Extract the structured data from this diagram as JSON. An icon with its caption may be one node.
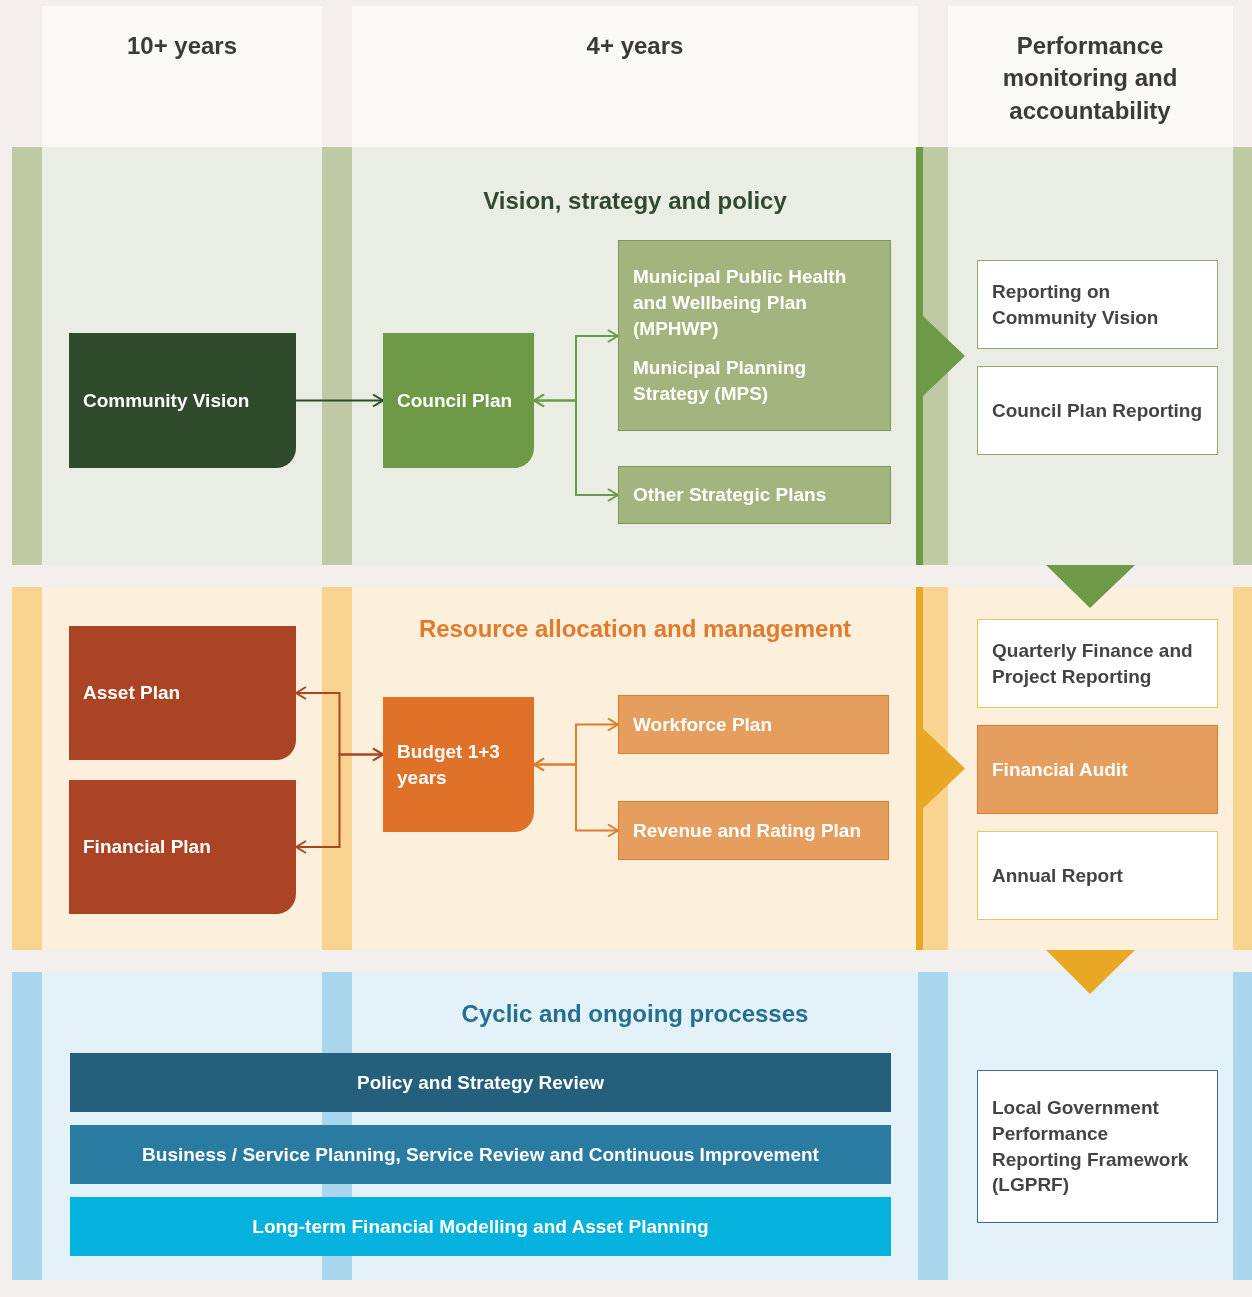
{
  "diagram": {
    "nodes": [
      {
        "text": [
          "Vision, strategy and policy"
        ]
      },
      {
        "text": [
          "Community Vision"
        ],
        "in": 0
      },
      {
        "text": [
          "Council Plan"
        ],
        "in": 0
      },
      {
        "text": [
          "Municipal Public Health and Wellbeing Plan (MPHWP)",
          "Municipal Planning Strategy (MPS)"
        ],
        "in": 0
      },
      {
        "text": [
          "Other Strategic Plans"
        ],
        "in": 0
      },
      {
        "text": [
          "Reporting on Community Vision"
        ],
        "in": 0
      },
      {
        "text": [
          "Council Plan Reporting"
        ],
        "in": 0
      },
      {
        "text": [
          "Resource allocation and management"
        ]
      },
      {
        "text": [
          "Asset Plan"
        ],
        "in": 7
      },
      {
        "text": [
          "Financial Plan"
        ],
        "in": 7
      },
      {
        "text": [
          "Budget 1+3 years"
        ],
        "in": 7
      },
      {
        "text": [
          "Workforce Plan"
        ],
        "in": 7
      },
      {
        "text": [
          "Revenue and Rating Plan"
        ],
        "in": 7
      },
      {
        "text": [
          "Quarterly Finance and Project Reporting"
        ],
        "in": 7
      },
      {
        "text": [
          "Financial Audit"
        ],
        "in": 7
      },
      {
        "text": [
          "Annual Report"
        ],
        "in": 7
      },
      {
        "text": [
          "Cyclic and ongoing processes"
        ]
      },
      {
        "text": [
          "Policy and Strategy Review"
        ],
        "in": 16
      },
      {
        "text": [
          "Business / Service Planning, Service Review and Continuous Improvement"
        ],
        "in": 16
      },
      {
        "text": [
          "Long-term Financial Modelling and Asset Planning"
        ],
        "in": 16
      },
      {
        "text": [
          "Local Government Performance Reporting Framework (LGPRF)"
        ],
        "in": 16
      }
    ],
    "edges": [
      {
        "from": 1,
        "to": 2,
        "arrow": "to",
        "color": "#2f4b2c"
      },
      {
        "from": 2,
        "to": 3,
        "arrow": "both",
        "color": "#6e9a47"
      },
      {
        "from": 2,
        "to": 4,
        "arrow": "both",
        "color": "#6e9a47"
      },
      {
        "from": 10,
        "to": 11,
        "arrow": "both",
        "color": "#e07b2c"
      },
      {
        "from": 10,
        "to": 12,
        "arrow": "both",
        "color": "#e07b2c"
      },
      {
        "from": 10,
        "to": 8,
        "arrow": "both",
        "color": "#ab4424"
      },
      {
        "from": 10,
        "to": 9,
        "arrow": "both",
        "color": "#ab4424"
      }
    ],
    "labels": [
      "10+ years",
      "4+ years",
      "Performance monitoring and accountability"
    ]
  }
}
